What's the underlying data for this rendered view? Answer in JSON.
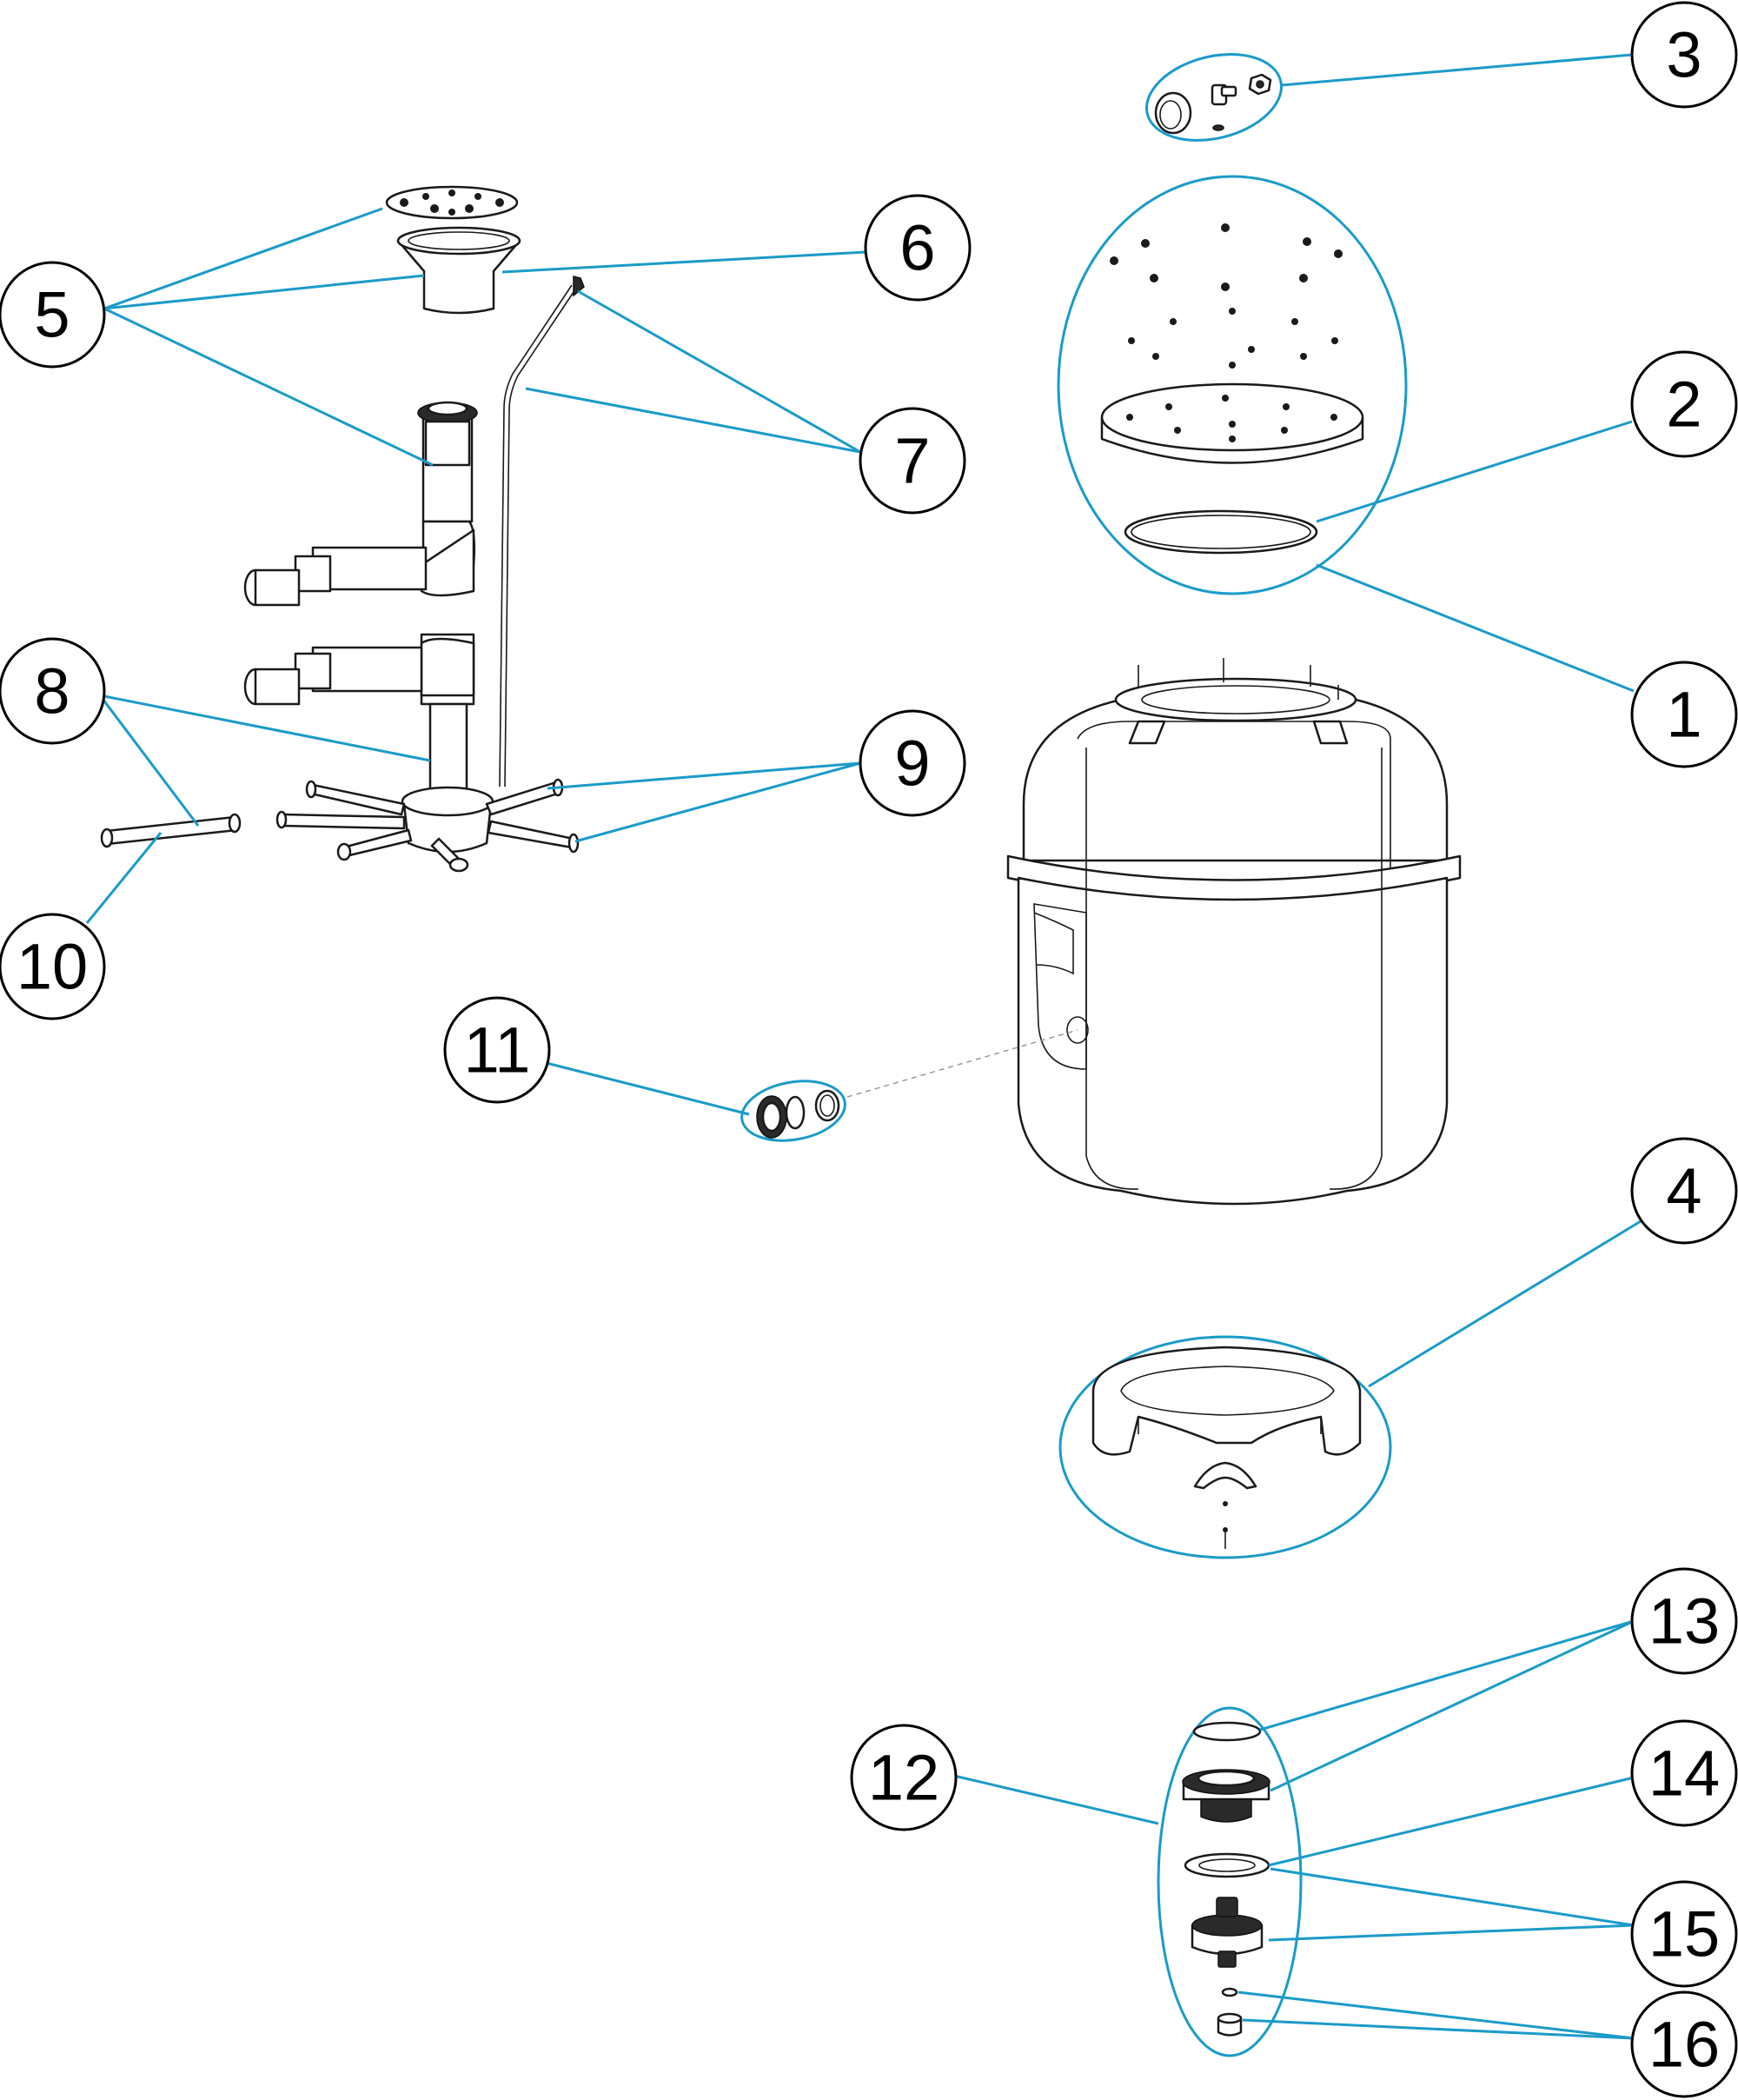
{
  "callouts": [
    {
      "id": "1",
      "label": "1"
    },
    {
      "id": "2",
      "label": "2"
    },
    {
      "id": "3",
      "label": "3"
    },
    {
      "id": "4",
      "label": "4"
    },
    {
      "id": "5",
      "label": "5"
    },
    {
      "id": "6",
      "label": "6"
    },
    {
      "id": "7",
      "label": "7"
    },
    {
      "id": "8",
      "label": "8"
    },
    {
      "id": "9",
      "label": "9"
    },
    {
      "id": "10",
      "label": "10"
    },
    {
      "id": "11",
      "label": "11"
    },
    {
      "id": "12",
      "label": "12"
    },
    {
      "id": "13",
      "label": "13"
    },
    {
      "id": "14",
      "label": "14"
    },
    {
      "id": "15",
      "label": "15"
    },
    {
      "id": "16",
      "label": "16"
    }
  ],
  "colors": {
    "leader": "#1a9bc9",
    "outline": "#1a1a1a",
    "background": "#ffffff"
  }
}
